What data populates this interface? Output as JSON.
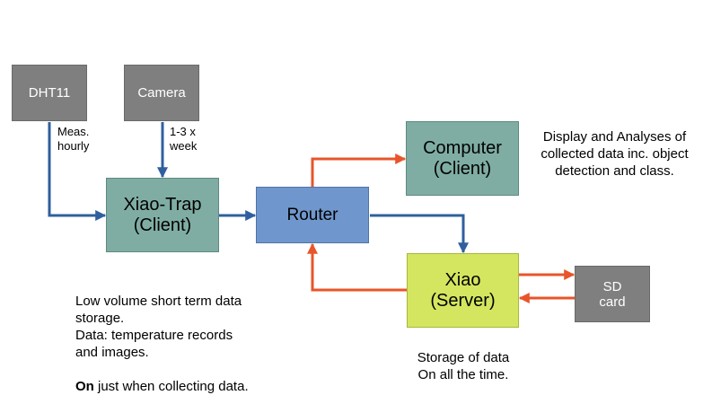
{
  "nodes": {
    "dht11": "DHT11",
    "camera": "Camera",
    "xiao_trap": "Xiao-Trap\n(Client)",
    "router": "Router",
    "computer": "Computer\n(Client)",
    "xiao_server": "Xiao\n(Server)",
    "sd_card": "SD\ncard"
  },
  "labels": {
    "dht_rate": "Meas.\nhourly",
    "camera_rate": "1-3 x\nweek",
    "computer_note": "Display and Analyses of\ncollected data inc. object\ndetection and class.",
    "trap_note_lines": "Low volume short term data\nstorage.\nData: temperature records\nand images.",
    "trap_note_on": "On",
    "trap_note_tail": " just when collecting data.",
    "server_note": "Storage of data\nOn all the time."
  },
  "colors": {
    "blue_arrow": "#2f5f9e",
    "orange_arrow": "#e8552a"
  }
}
